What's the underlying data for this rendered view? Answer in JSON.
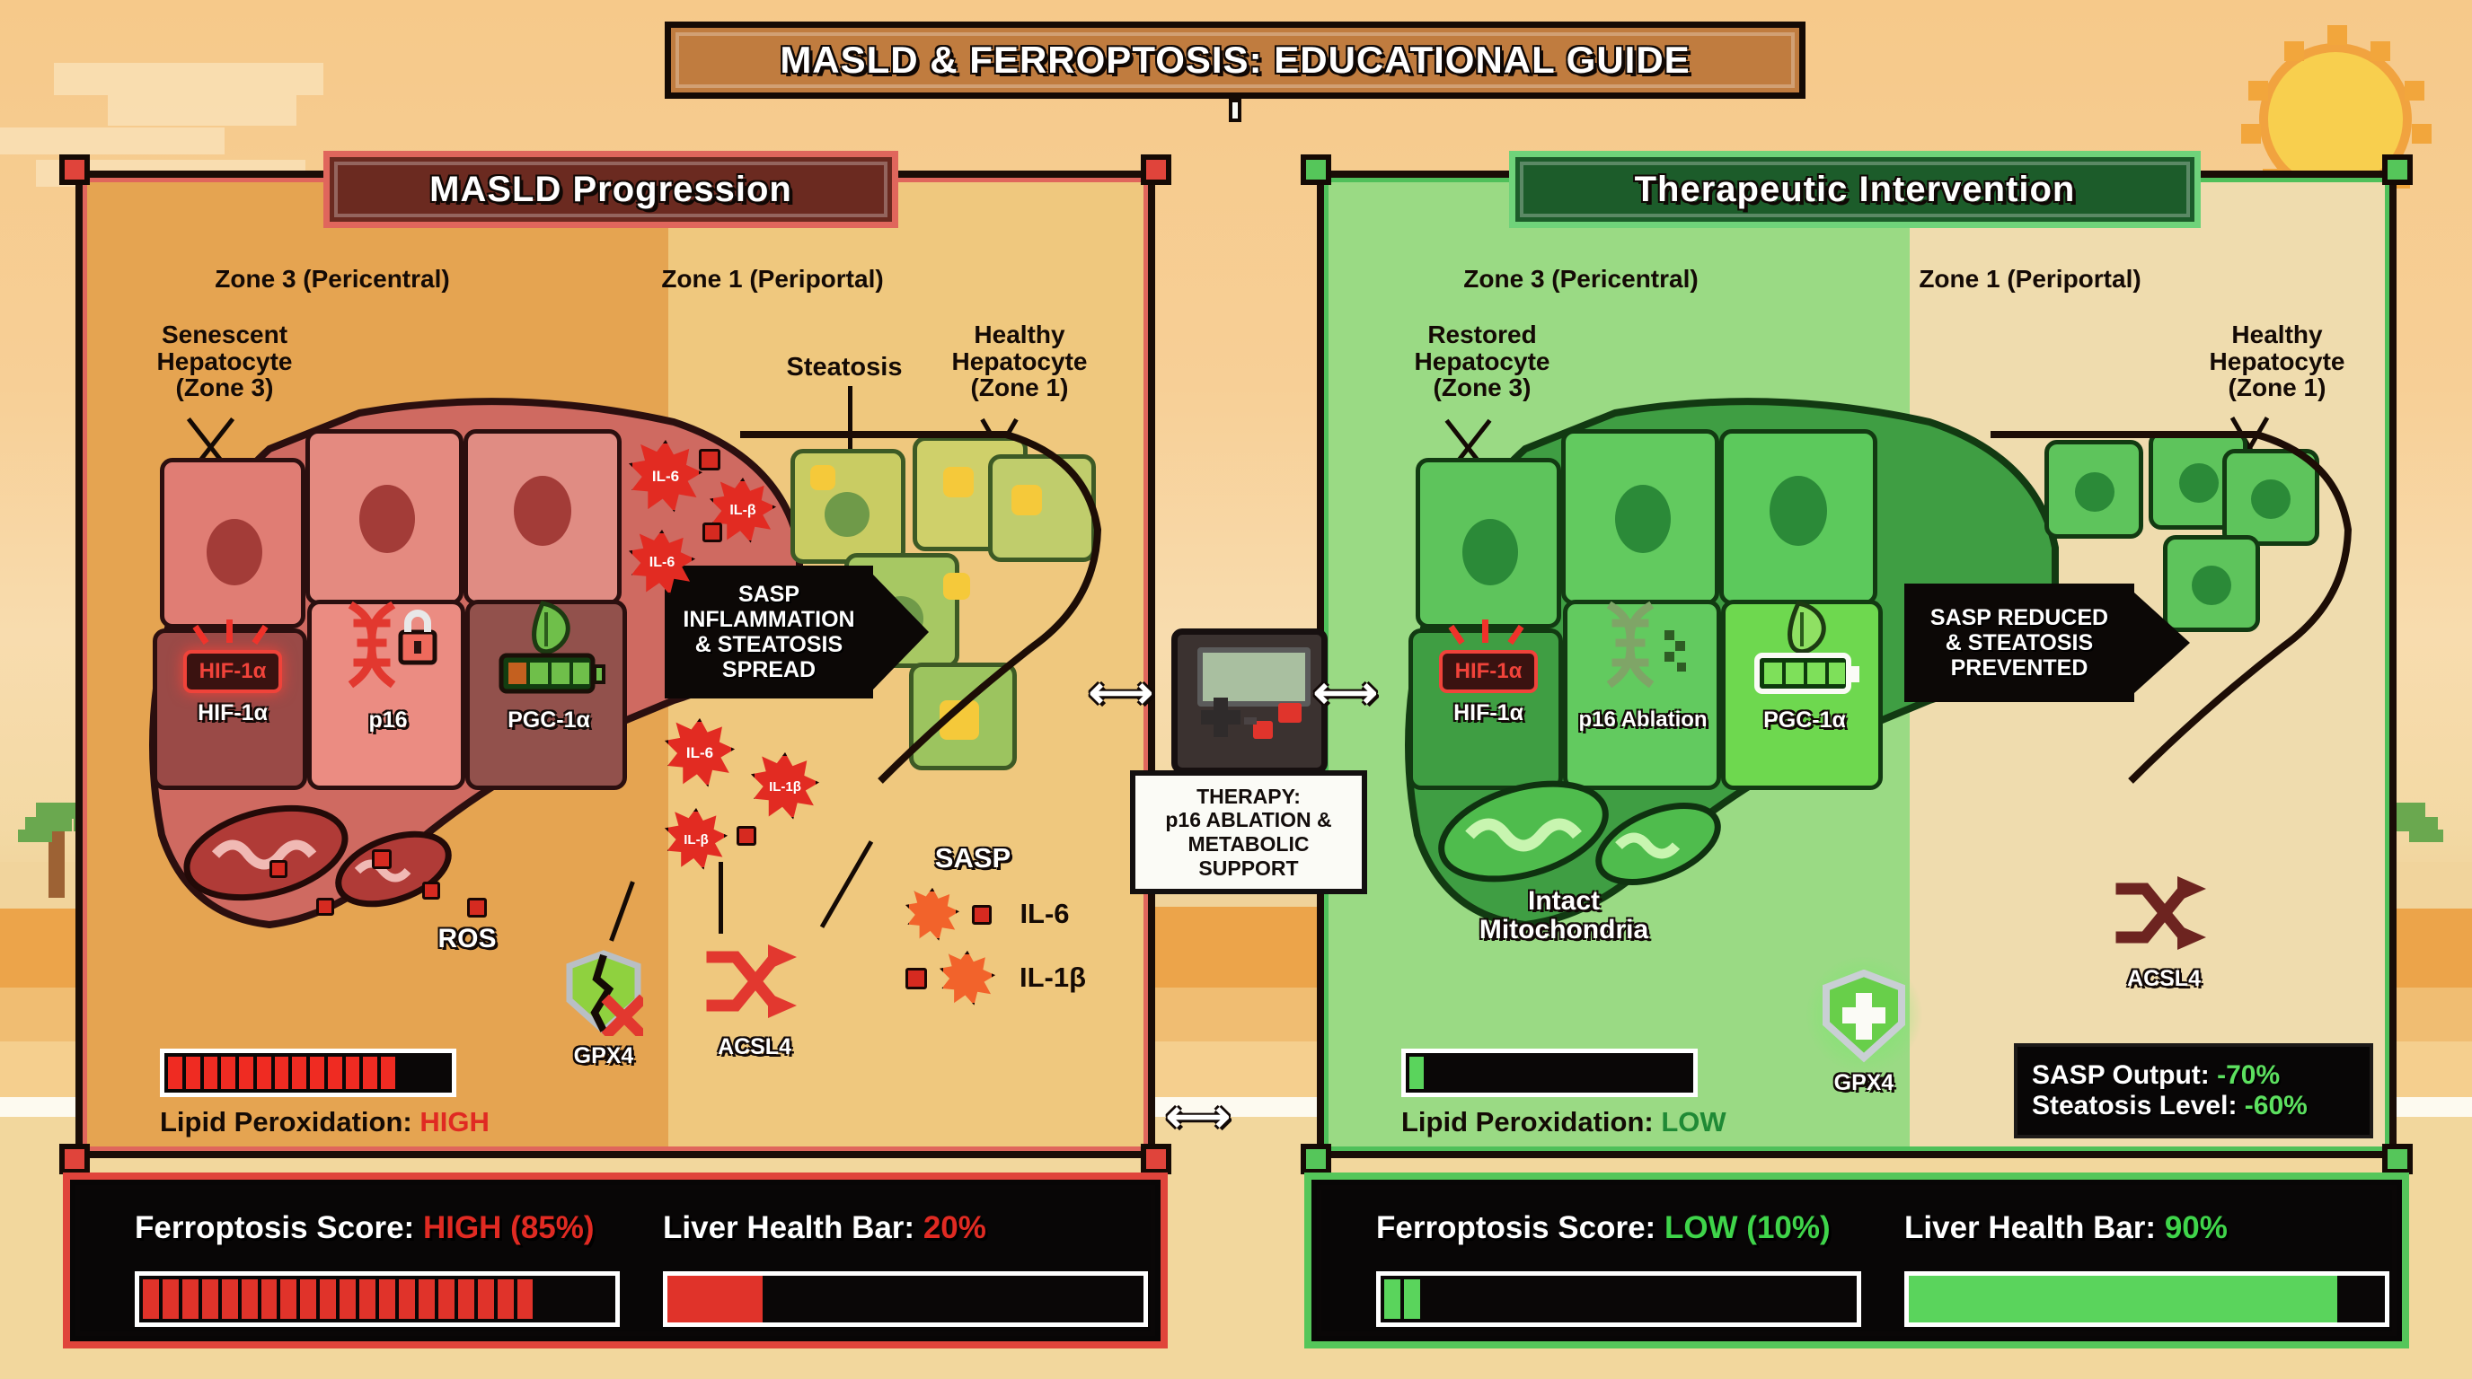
{
  "title": "MASLD & FERROPTOSIS: EDUCATIONAL GUIDE",
  "colors": {
    "disease_red": "#e02a22",
    "healthy_green": "#55c65a",
    "panel_left_bg": "#e8a858",
    "panel_right_bg": "#9ada84",
    "zone1_left_bg": "#efc87e",
    "zone1_right_bg": "#efdcae",
    "frame_dark": "#140a05",
    "sun_yellow": "#f8cf4e"
  },
  "left_panel": {
    "title": "MASLD Progression",
    "zone3_label": "Zone 3 (Pericentral)",
    "zone1_label": "Zone 1 (Periportal)",
    "callouts": {
      "senescent": "Senescent\nHepatocyte\n(Zone 3)",
      "senescent_l1": "Senescent",
      "senescent_l2": "Hepatocyte",
      "senescent_l3": "(Zone 3)",
      "steatosis": "Steatosis",
      "healthy_l1": "Healthy",
      "healthy_l2": "Hepatocyte",
      "healthy_l3": "(Zone 1)",
      "ros": "ROS"
    },
    "markers": [
      {
        "name": "HIF-1α",
        "badge": "HIF-1α",
        "icon": "alert-burst-icon",
        "state": "elevated"
      },
      {
        "name": "p16",
        "badge": "",
        "icon": "dna-lock-icon",
        "state": "locked"
      },
      {
        "name": "PGC-1α",
        "badge": "",
        "icon": "leaf-battery-icon",
        "state": "depleted"
      }
    ],
    "arrow_banner": {
      "l1": "SASP",
      "l2": "INFLAMMATION",
      "l3": "& STEATOSIS",
      "l4": "SPREAD"
    },
    "enzymes": [
      {
        "name": "GPX4",
        "icon": "broken-shield-x-icon"
      },
      {
        "name": "ACSL4",
        "icon": "shuffle-arrows-icon"
      }
    ],
    "sasp_legend": {
      "title": "SASP",
      "items": [
        "IL-6",
        "IL-1β"
      ]
    },
    "cytokine_tags": [
      "IL-6",
      "IL-β",
      "IL-6",
      "IL-6",
      "IL-1β",
      "IL-β"
    ],
    "lipid": {
      "label": "Lipid Peroxidation:",
      "value": "HIGH",
      "segments_total": 16,
      "segments_filled": 13
    },
    "status": {
      "ferroptosis_label": "Ferroptosis Score:",
      "ferroptosis_value": "HIGH (85%)",
      "ferroptosis_pct": 85,
      "health_label": "Liver Health Bar:",
      "health_value": "20%",
      "health_pct": 20
    }
  },
  "right_panel": {
    "title": "Therapeutic Intervention",
    "zone3_label": "Zone 3 (Pericentral)",
    "zone1_label": "Zone 1 (Periportal)",
    "callouts": {
      "restored_l1": "Restored",
      "restored_l2": "Hepatocyte",
      "restored_l3": "(Zone 3)",
      "healthy_l1": "Healthy",
      "healthy_l2": "Hepatocyte",
      "healthy_l3": "(Zone 1)",
      "mito_l1": "Intact",
      "mito_l2": "Mitochondria"
    },
    "markers": [
      {
        "name": "HIF-1α",
        "badge": "HIF-1α",
        "icon": "alert-burst-icon",
        "state": "normalized"
      },
      {
        "name": "p16 Ablation",
        "badge": "",
        "icon": "dna-cut-icon",
        "state": "ablated"
      },
      {
        "name": "PGC-1α",
        "badge": "",
        "icon": "leaf-battery-icon",
        "state": "full"
      }
    ],
    "arrow_banner": {
      "l1": "SASP REDUCED",
      "l2": "& STEATOSIS",
      "l3": "PREVENTED"
    },
    "enzymes": [
      {
        "name": "GPX4",
        "icon": "shield-plus-icon"
      },
      {
        "name": "ACSL4",
        "icon": "shuffle-arrows-icon"
      }
    ],
    "lipid": {
      "label": "Lipid Peroxidation:",
      "value": "LOW",
      "segments_total": 16,
      "segments_filled": 1
    },
    "stats_box": [
      {
        "label": "SASP Output:",
        "value": "-70%"
      },
      {
        "label": "Steatosis Level:",
        "value": "-60%"
      }
    ],
    "status": {
      "ferroptosis_label": "Ferroptosis Score:",
      "ferroptosis_value": "LOW (10%)",
      "ferroptosis_pct": 10,
      "health_label": "Liver Health Bar:",
      "health_value": "90%",
      "health_pct": 90
    }
  },
  "center": {
    "device_icon": "handheld-console-icon",
    "note_l1": "THERAPY:",
    "note_l2": "p16 ABLATION &",
    "note_l3": "METABOLIC",
    "note_l4": "SUPPORT",
    "arrow_left": "⟷",
    "arrow_right": "⟷",
    "arrow_bottom": "⟷"
  }
}
